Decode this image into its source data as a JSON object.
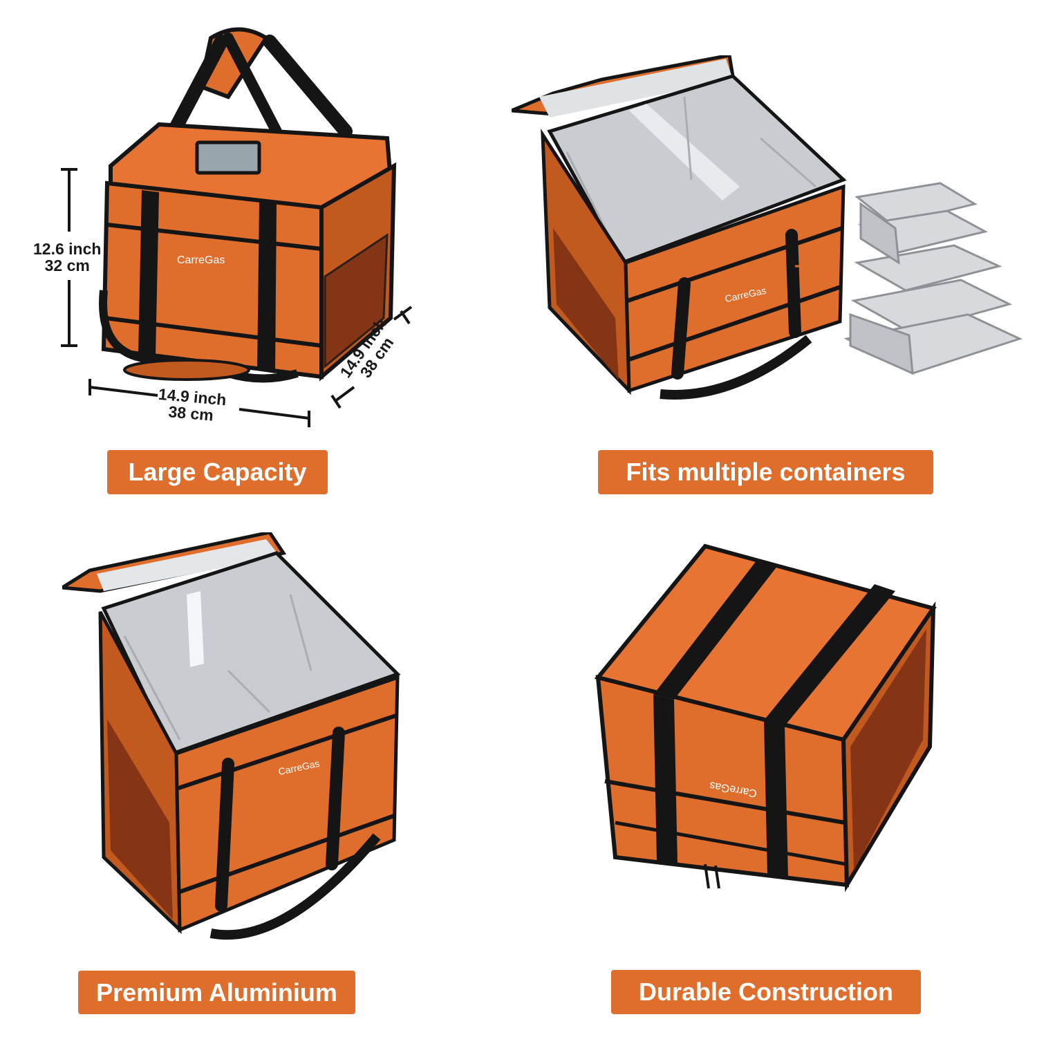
{
  "colors": {
    "bag_orange": "#df6d2b",
    "bag_orange_dark": "#c25a1f",
    "strap_black": "#151515",
    "foil_silver": "#c9ccd0",
    "background": "#ffffff",
    "badge_text": "#ffffff"
  },
  "panels": {
    "top_left": {
      "badge": "Large Capacity",
      "brand": "CarreGas",
      "height_dim": {
        "inch": "12.6 inch",
        "cm": "32 cm"
      },
      "width_dim": {
        "inch": "14.9 inch",
        "cm": "38 cm"
      },
      "depth_dim": {
        "inch": "14.9 inch",
        "cm": "38 cm"
      }
    },
    "top_right": {
      "badge": "Fits multiple containers",
      "brand": "CarreGas"
    },
    "bottom_left": {
      "badge": "Premium Aluminium",
      "brand": "CarreGas"
    },
    "bottom_right": {
      "badge": "Durable Construction",
      "brand": "CarreGas"
    }
  }
}
